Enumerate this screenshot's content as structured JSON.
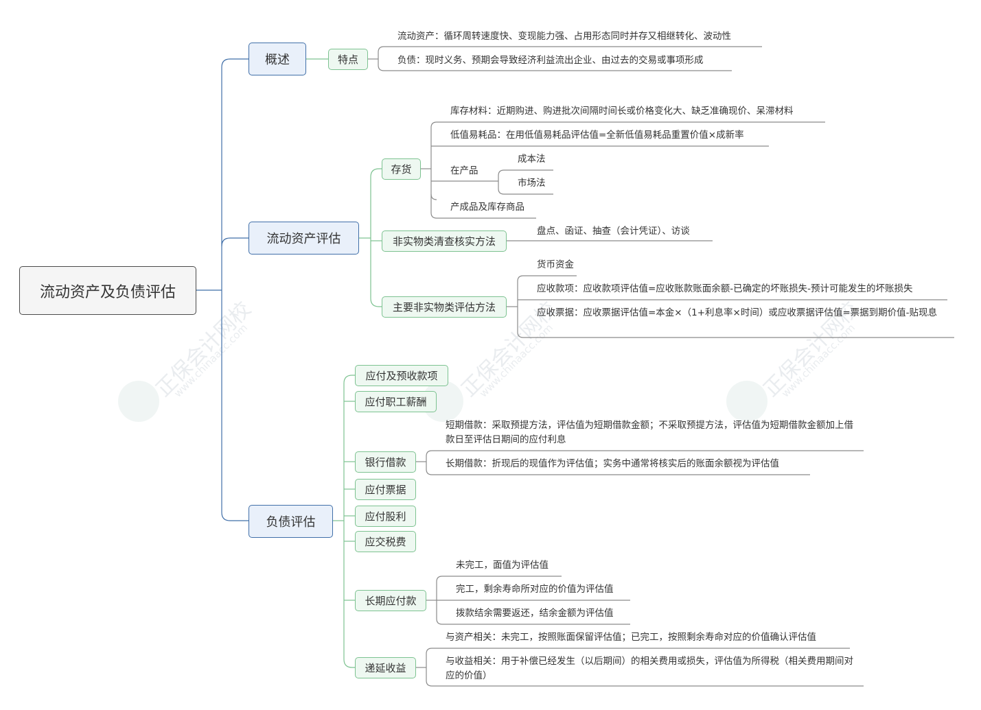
{
  "root": "流动资产及负债评估",
  "overview": {
    "label": "概述",
    "feature": "特点",
    "items": [
      "流动资产：循环周转速度快、变现能力强、占用形态同时并存又相继转化、波动性",
      "负债：现时义务、预期会导致经济利益流出企业、由过去的交易或事项形成"
    ]
  },
  "current_assets": {
    "label": "流动资产评估",
    "inventory": {
      "label": "存货",
      "raw_materials": "库存材料：近期购进、购进批次间隔时间长或价格变化大、缺乏准确现价、呆滞材料",
      "low_value": "低值易耗品：在用低值易耗品评估值=全新低值易耗品重置价值×成新率",
      "wip": "在产品",
      "wip_methods": [
        "成本法",
        "市场法"
      ],
      "finished": "产成品及库存商品"
    },
    "verification": {
      "label": "非实物类清查核实方法",
      "item": "盘点、函证、抽查（会计凭证）、访谈"
    },
    "main_methods": {
      "label": "主要非实物类评估方法",
      "items": [
        "货币资金",
        "应收款项：应收款项评估值=应收账款账面余额-已确定的坏账损失-预计可能发生的坏账损失",
        "应收票据：应收票据评估值=本金×（1+利息率×时间）或应收票据评估值=票据到期价值-贴现息"
      ]
    }
  },
  "liabilities": {
    "label": "负债评估",
    "payables_advance": "应付及预收款项",
    "payroll": "应付职工薪酬",
    "bank_loans": {
      "label": "银行借款",
      "items": [
        "短期借款：采取预提方法，评估值为短期借款金额；不采取预提方法，评估值为短期借款金额加上借款日至评估日期间的应付利息",
        "长期借款：折现后的现值作为评估值；实务中通常将核实后的账面余额视为评估值"
      ]
    },
    "notes_payable": "应付票据",
    "dividends": "应付股利",
    "taxes": "应交税费",
    "long_term": {
      "label": "长期应付款",
      "items": [
        "未完工，面值为评估值",
        "完工，剩余寿命所对应的价值为评估值",
        "拨款结余需要返还，结余金额为评估值"
      ]
    },
    "deferred": {
      "label": "递延收益",
      "items": [
        "与资产相关：未完工，按照账面保留评估值；已完工，按照剩余寿命对应的价值确认评估值",
        "与收益相关：用于补偿已经发生（以后期间）的相关费用或损失，评估值为所得税（相关费用期间对应的价值）"
      ]
    }
  },
  "watermark": {
    "cn": "正保会计网校",
    "url": "www.chinaacc.com"
  },
  "colors": {
    "level1_border": "#3f6ea8",
    "level2_border": "#7cc290",
    "line_blue": "#3f6ea8",
    "line_green": "#7cc290",
    "line_gray": "#8a8a8a"
  }
}
